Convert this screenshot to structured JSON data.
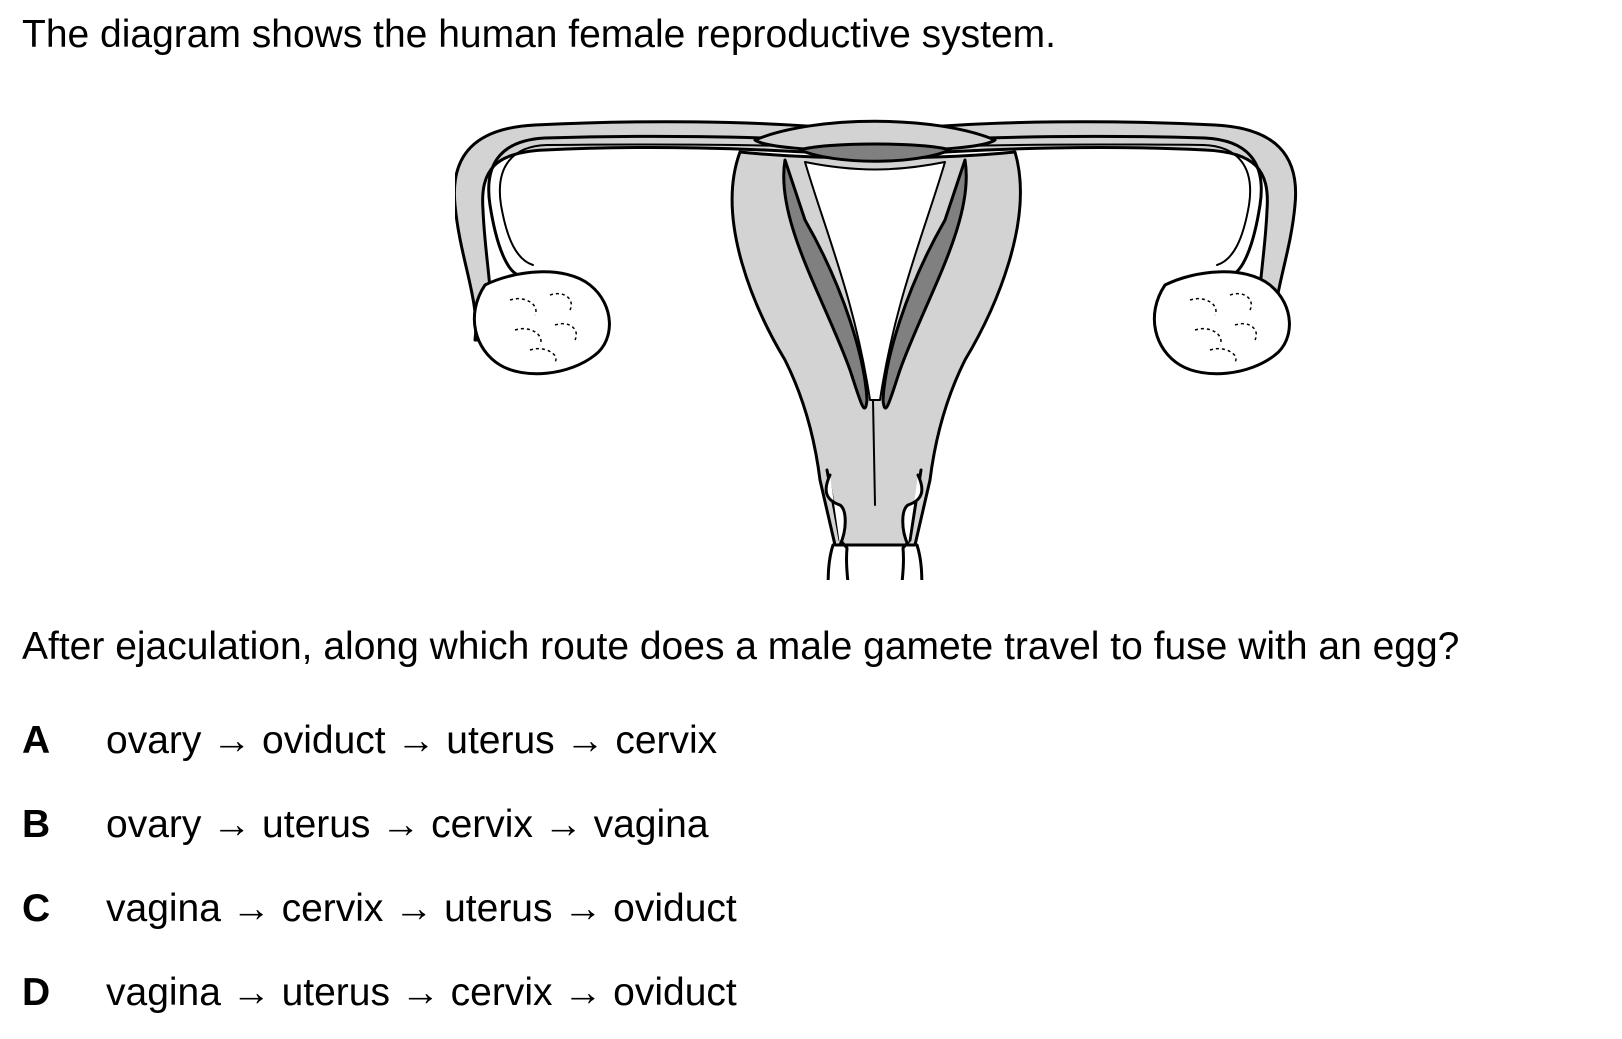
{
  "intro_text": "The diagram shows the human female reproductive system.",
  "question_text": "After ejaculation, along which route does a male gamete travel to fuse with an egg?",
  "options": [
    {
      "letter": "A",
      "text": "ovary → oviduct → uterus → cervix"
    },
    {
      "letter": "B",
      "text": "ovary → uterus → cervix → vagina"
    },
    {
      "letter": "C",
      "text": "vagina → cervix → uterus → oviduct"
    },
    {
      "letter": "D",
      "text": "vagina → uterus → cervix → oviduct"
    }
  ],
  "diagram": {
    "colors": {
      "outline": "#000000",
      "tissue_light": "#d3d3d3",
      "tissue_dark": "#808080",
      "cavity": "#ffffff"
    }
  }
}
